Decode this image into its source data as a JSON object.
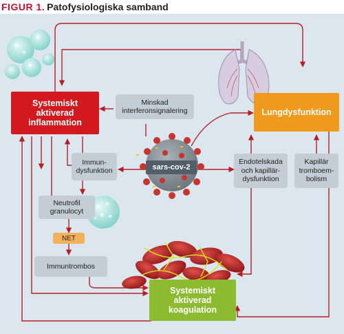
{
  "header": {
    "label": "FIGUR 1.",
    "title": "Patofysiologiska samband"
  },
  "nodes": {
    "inflammation": "Systemiskt\naktiverad\ninflammation",
    "lung": "Lungdysfunktion",
    "coagulation": "Systemiskt\naktiverad\nkoagulation",
    "interferon": "Minskad\ninterferonsignalering",
    "immune": "Immun-\ndysfunktion",
    "virus": "sars-cov-2",
    "endothelial": "Endotelskada\noch kapillär-\ndysfunktion",
    "capillary": "Kapillär\ntromboem-\nbolism",
    "neutrophil": "Neutrofil\ngranulocyt",
    "net": "NET",
    "immunothrombosis": "Immuntrombos"
  },
  "colors": {
    "header_label": "#c8102e",
    "panel_background": "#dbe6ee",
    "inflammation": "#d21920",
    "lung": "#ef9a1c",
    "coagulation": "#8dbb2f",
    "grey_box": "#c5cdd4",
    "net": "#f5b15a",
    "arrow": "#b52027",
    "virus_body": "#8a939b",
    "virus_spike": "#c7352c"
  }
}
